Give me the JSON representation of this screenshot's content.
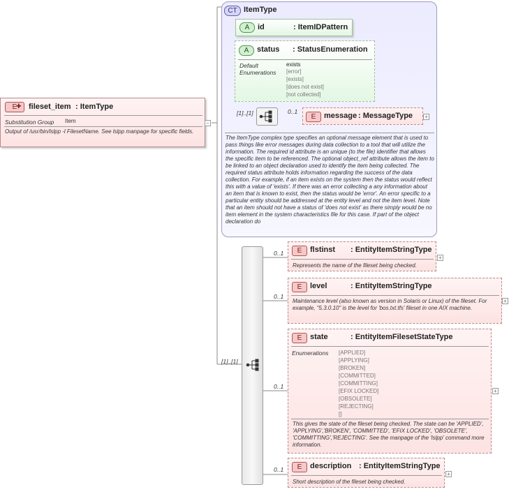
{
  "root": {
    "badge": "E",
    "name": "fileset_item",
    "type": ": ItemType",
    "subst_label": "Substitution Group",
    "subst_value": "Item",
    "doc": "Output of /usr/bin/lslpp -l FilesetName. See lslpp manpage for specific fields."
  },
  "item_type": {
    "badge": "CT",
    "name": "ItemType",
    "id_attr": {
      "badge": "A",
      "name": "id",
      "type": ": ItemIDPattern"
    },
    "status_attr": {
      "badge": "A",
      "name": "status",
      "type": ": StatusEnumeration",
      "default_label": "Default",
      "enum_label": "Enumerations",
      "default_value": "exists",
      "enums": [
        "[error]",
        "[exists]",
        "[does not exist]",
        "[not collected]"
      ]
    },
    "seq_mult": "[1]..[1]",
    "message": {
      "badge": "E",
      "mult": "0..1",
      "name": "message",
      "type": ": MessageType"
    },
    "doc": "The ItemType complex type specifies an optional message element that is used to pass things like error messages during data collection to a tool that will utilize the information. The required id attribute is an unique (to the file) identifier that allows the specific item to be referenced. The optional object_ref attribute allows the item to be linked to an object declaration used to identify the item being collected. The required status attribute holds information regarding the success of the data collection. For example, if an item exists on the system then the status would reflect this with a value of 'exists'. If there was an error collecting a any information about an item that is known to exist, then the status would be 'error'. An error specific to a particular entity should be addressed at the entity level and not the item level. Note that an item should not have a status of 'does not exist' as there simply would be no item element in the system characteristics file for this case. If part of the object declaration do"
  },
  "sequence": {
    "mult": "[1]..[1]"
  },
  "children": {
    "flstinst": {
      "badge": "E",
      "mult": "0..1",
      "name": "flstinst",
      "type": ": EntityItemStringType",
      "doc": "Represents the name of the fileset being checked."
    },
    "level": {
      "badge": "E",
      "mult": "0..1",
      "name": "level",
      "type": ": EntityItemStringType",
      "doc": "Maintenance level (also known as version in Solaris or Linux) of the fileset. For example, \"5.3.0.10\" is the level for 'bos.txt.tfs' fileset in one AIX machine."
    },
    "state": {
      "badge": "E",
      "mult": "0..1",
      "name": "state",
      "type": ": EntityItemFilesetStateType",
      "enum_label": "Enumerations",
      "enums": [
        "[APPLIED]",
        "[APPLYING]",
        "[BROKEN]",
        "[COMMITTED]",
        "[COMMITTING]",
        "[EFIX LOCKED]",
        "[OBSOLETE]",
        "[REJECTING]",
        "[]"
      ],
      "doc": "This gives the state of the fileset being checked. The state can be 'APPLIED', 'APPLYING','BROKEN', 'COMMITTED', 'EFIX LOCKED', 'OBSOLETE', 'COMMITTING','REJECTING'.  See the manpage of the 'lslpp' command more information."
    },
    "description": {
      "badge": "E",
      "mult": "0..1",
      "name": "description",
      "type": ": EntityItemStringType",
      "doc": "Short description of the fileset being checked."
    }
  }
}
